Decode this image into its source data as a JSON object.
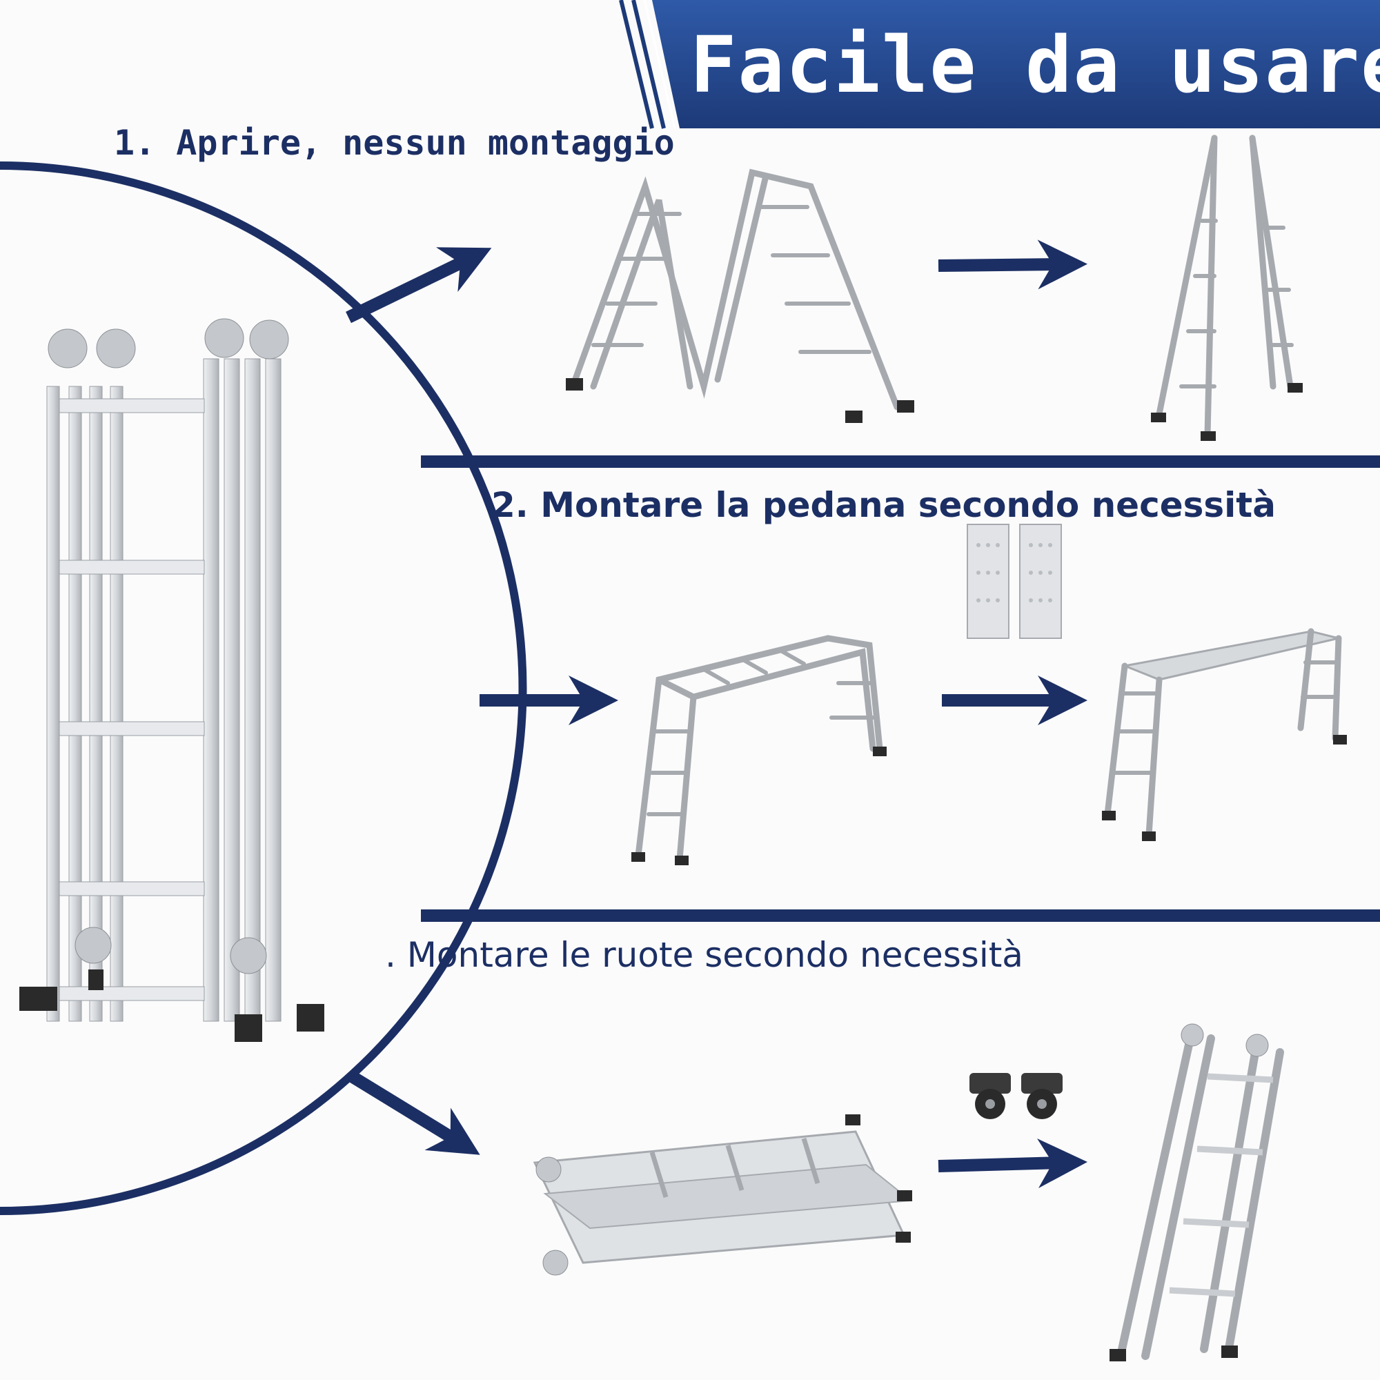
{
  "header": {
    "title": "Facile da usare"
  },
  "steps": [
    {
      "label": "1. Aprire, nessun montaggio"
    },
    {
      "label": "2. Montare la pedana secondo necessità"
    },
    {
      "label": ". Montare le ruote secondo necessità"
    }
  ],
  "colors": {
    "navy": "#1c2f64",
    "banner_top": "#2f5aa8",
    "banner_bottom": "#1d3a78",
    "aluminum": "#d7dadd",
    "aluminum_dark": "#9a9ea3",
    "foot": "#2a2a2a",
    "background": "#fbfbfb"
  }
}
